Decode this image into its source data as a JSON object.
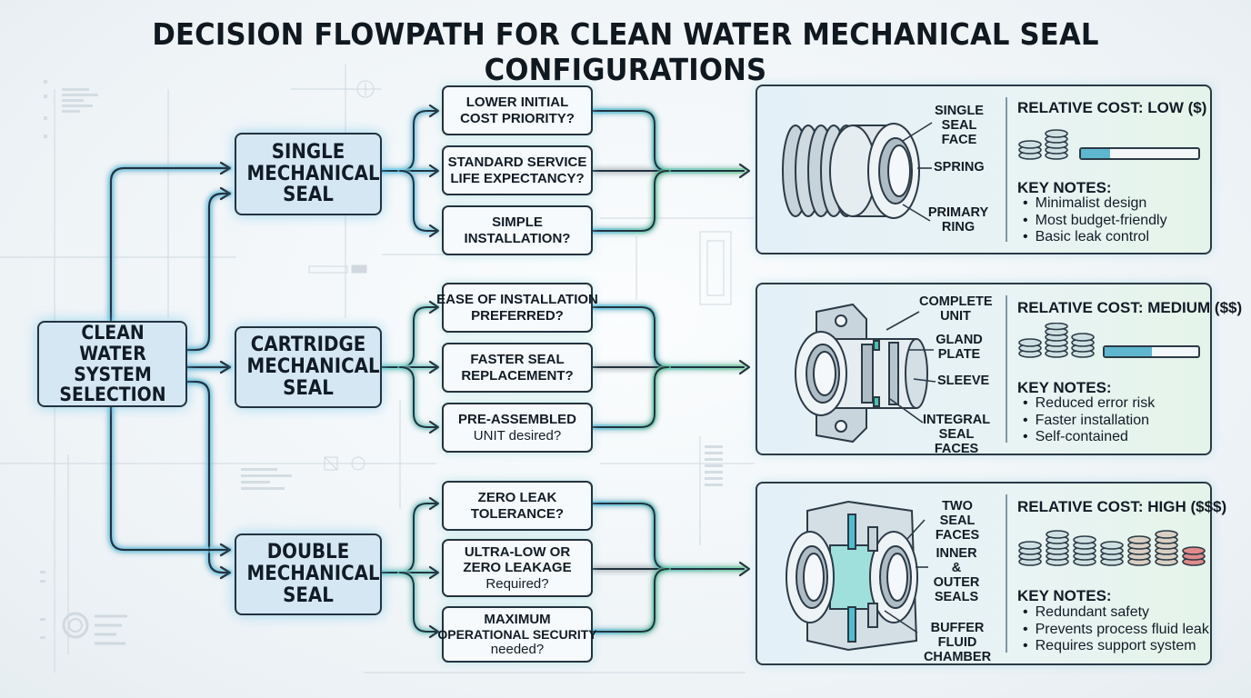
{
  "title": "DECISION FLOWPATH FOR CLEAN WATER MECHANICAL SEAL CONFIGURATIONS",
  "root": {
    "label": "CLEAN WATER SYSTEM SELECTION"
  },
  "seals": [
    {
      "id": "single",
      "label": "SINGLE MECHANICAL SEAL"
    },
    {
      "id": "cartridge",
      "label": "CARTRIDGE MECHANICAL SEAL"
    },
    {
      "id": "double",
      "label": "DOUBLE MECHANICAL SEAL"
    }
  ],
  "questions": {
    "single": [
      [
        "LOWER INITIAL",
        "COST PRIORITY?"
      ],
      [
        "STANDARD SERVICE",
        "LIFE EXPECTANCY?"
      ],
      [
        "SIMPLE",
        "INSTALLATION?"
      ]
    ],
    "cartridge": [
      [
        "EASE OF INSTALLATION",
        "PREFERRED?"
      ],
      [
        "FASTER SEAL",
        "REPLACEMENT?"
      ],
      [
        "PRE-ASSEMBLED",
        "UNIT desired?"
      ]
    ],
    "double": [
      [
        "ZERO LEAK",
        "TOLERANCE?"
      ],
      [
        "ULTRA-LOW OR",
        "ZERO LEAKAGE",
        "Required?"
      ],
      [
        "MAXIMUM",
        "OPERATIONAL SECURITY",
        "needed?"
      ]
    ]
  },
  "panels": [
    {
      "id": "single",
      "callouts": [
        "SINGLE SEAL FACE",
        "SPRING",
        "PRIMARY RING"
      ],
      "cost_label": "RELATIVE COST: LOW ($)",
      "cost_level": 0.25,
      "key_notes_title": "KEY NOTES:",
      "notes": [
        "Minimalist design",
        "Most budget-friendly",
        "Basic leak control"
      ]
    },
    {
      "id": "cartridge",
      "callouts": [
        "COMPLETE UNIT",
        "GLAND PLATE",
        "SLEEVE",
        "INTEGRAL SEAL FACES"
      ],
      "cost_label": "RELATIVE COST: MEDIUM ($$)",
      "cost_level": 0.5,
      "key_notes_title": "KEY NOTES:",
      "notes": [
        "Reduced error risk",
        "Faster installation",
        "Self-contained"
      ]
    },
    {
      "id": "double",
      "callouts": [
        "TWO SEAL FACES",
        "INNER & OUTER SEALS",
        "BUFFER FLUID CHAMBER"
      ],
      "cost_label": "RELATIVE COST: HIGH ($$$)",
      "cost_level": 1.0,
      "key_notes_title": "KEY NOTES:",
      "notes": [
        "Redundant safety",
        "Prevents process fluid leak",
        "Requires support system"
      ]
    }
  ],
  "colors": {
    "node_fill": "#d6e7f4",
    "outline": "#24323f",
    "glow": "#5cc4ea",
    "wire_green": "#6fd3a0",
    "cost_bar": "#5fb7cf",
    "coin_red": "#e08a8a"
  }
}
